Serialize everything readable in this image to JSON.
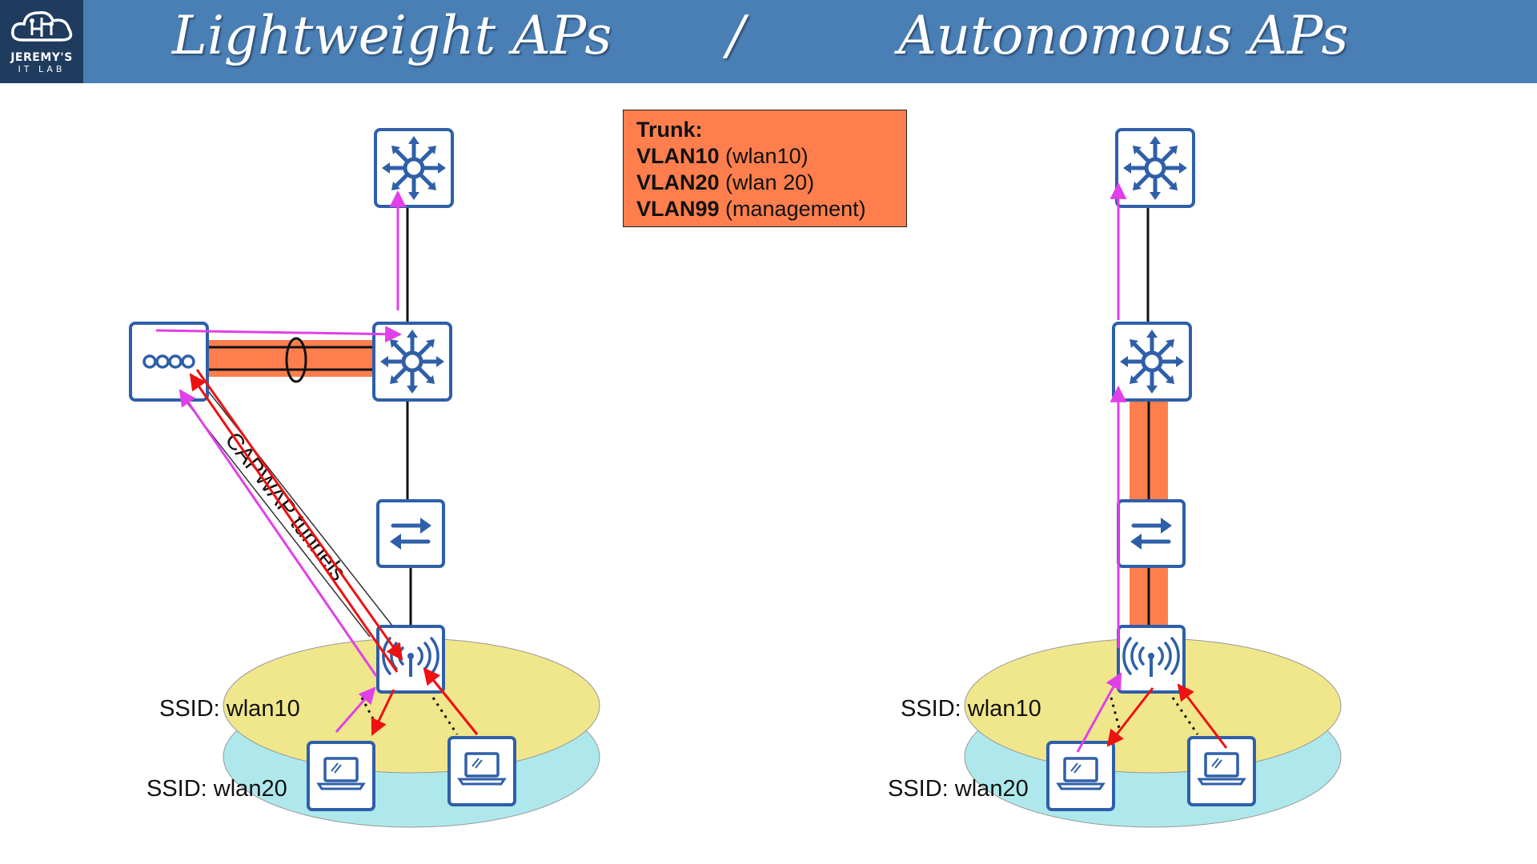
{
  "logo": {
    "line1": "JEREMY'S",
    "line2": "IT LAB"
  },
  "header": {
    "title_left": "Lightweight APs",
    "separator": "/",
    "title_right": "Autonomous APs"
  },
  "trunk_box": {
    "title": "Trunk:",
    "lines": [
      {
        "vlan": "VLAN10",
        "desc": "(wlan10)"
      },
      {
        "vlan": "VLAN20",
        "desc": "(wlan 20)"
      },
      {
        "vlan": "VLAN99",
        "desc": "(management)"
      }
    ]
  },
  "left_diagram": {
    "tunnel_label": "CAPWAP tunnels",
    "ssid_1": "SSID: wlan10",
    "ssid_2": "SSID: wlan20"
  },
  "right_diagram": {
    "ssid_1": "SSID: wlan10",
    "ssid_2": "SSID: wlan20"
  },
  "colors": {
    "header": "#4a7fb5",
    "logo_bg": "#1f3b5e",
    "device_border": "#2f5fa8",
    "trunk": "#fe7f4d",
    "wlan10_area": "#f0e68c",
    "wlan20_area": "#aee8ec",
    "magenta_arrow": "#e040e8",
    "red_arrow": "#ee1111"
  },
  "icons": {
    "l3_switch": "multilayer-switch-icon",
    "wlc": "wireless-lan-controller-icon",
    "l2_switch": "switch-icon",
    "ap": "access-point-icon",
    "client": "laptop-icon"
  }
}
